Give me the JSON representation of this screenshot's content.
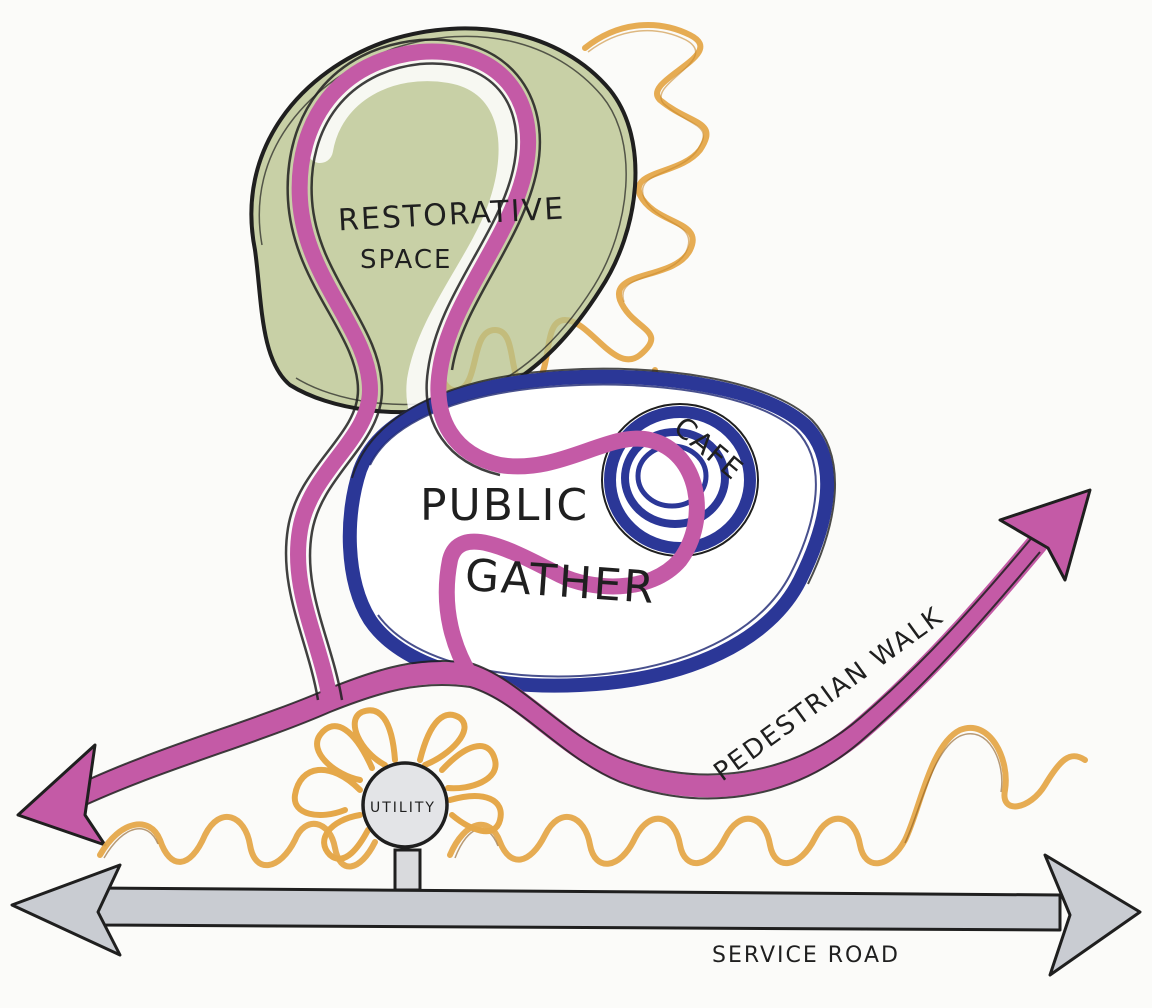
{
  "labels": {
    "restorative_line1": "RESTORATIVE",
    "restorative_line2": "SPACE",
    "public_line1": "PUBLIC",
    "public_line2": "GATHER",
    "cafe": "CAFE",
    "pedestrian_walk": "PEDESTRIAN WALK",
    "utility": "UTILITY",
    "service_road": "SERVICE ROAD"
  },
  "colors": {
    "restorative_fill": "#b7c28a",
    "public_gather": "#2b3797",
    "pedestrian_walk": "#c45aa6",
    "buffer_squiggle": "#e5a84a",
    "service_road": "#c9ccd2",
    "ink": "#1f1f1f"
  },
  "icons": {
    "walk_arrows": "double-arrow",
    "road_arrows": "double-arrow"
  }
}
